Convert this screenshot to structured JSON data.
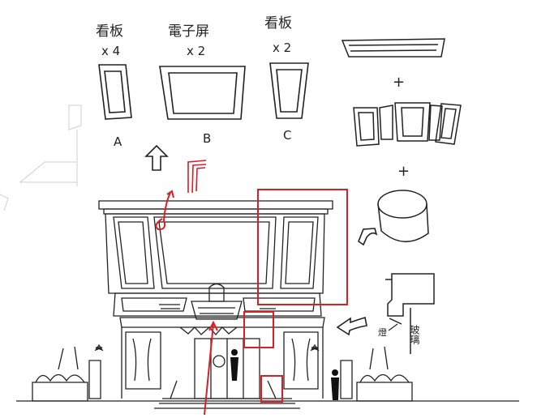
{
  "panels": [
    {
      "name_label": "看板",
      "count_label": "x 4",
      "letter": "A"
    },
    {
      "name_label": "電子屏",
      "count_label": "x 2",
      "letter": "B"
    },
    {
      "name_label": "看板",
      "count_label": "x 2",
      "letter": "C"
    }
  ],
  "assembly": {
    "plus_1": "+",
    "plus_2": "+"
  },
  "notes": {
    "light_label": "燈",
    "glass_label": "玻璃"
  },
  "colors": {
    "line": "#222222",
    "highlight": "#d81f26",
    "faint": "#c8c8c8"
  }
}
